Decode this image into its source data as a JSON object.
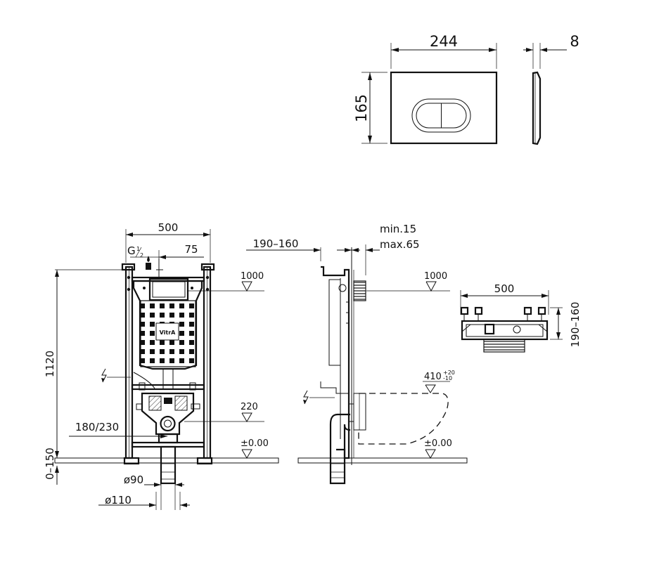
{
  "flush_plate": {
    "width": "244",
    "height": "165",
    "depth": "8"
  },
  "front_view": {
    "width": "500",
    "connection": "G½",
    "connection_main": "G",
    "connection_frac_top": "1",
    "connection_frac_bottom": "2",
    "offset": "75",
    "height_total": "1120",
    "level_1000": "1000",
    "level_220": "220",
    "level_zero": "±0.00",
    "drain_spacing": "180/230",
    "floor_adjust": "0–150",
    "diameter_90": "ø90",
    "diameter_110": "ø110",
    "logo": "VitrA"
  },
  "side_view": {
    "wall_distance": "190–160",
    "min_label": "min.15",
    "max_label": "max.65",
    "level_1000": "1000",
    "bowl_height_base": "410",
    "bowl_height_plus": "+20",
    "bowl_height_minus": "-10",
    "level_zero": "±0.00"
  },
  "top_view": {
    "width": "500",
    "depth": "190–160"
  }
}
